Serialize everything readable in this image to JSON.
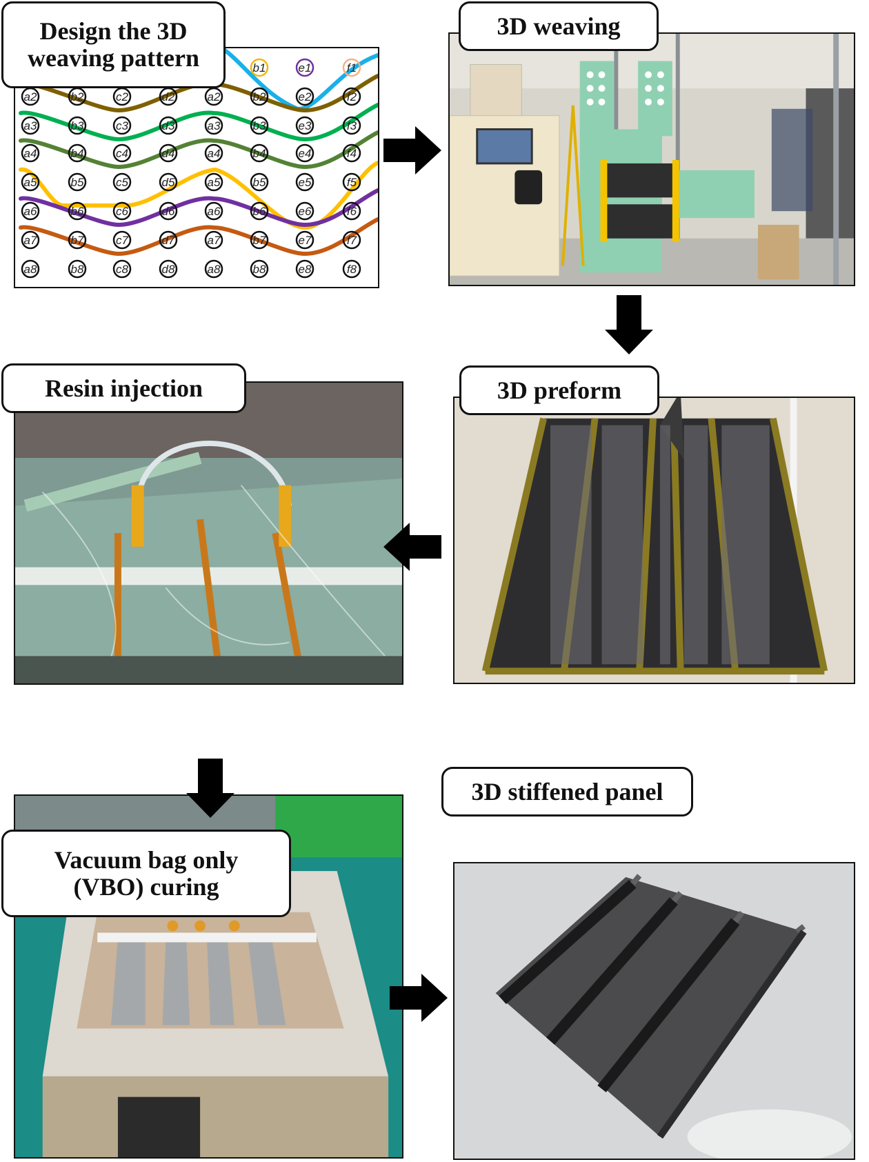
{
  "steps": [
    {
      "id": "design",
      "label_line1": "Design the 3D",
      "label_line2": "weaving pattern"
    },
    {
      "id": "weaving",
      "label": "3D weaving"
    },
    {
      "id": "preform",
      "label": "3D preform"
    },
    {
      "id": "resin",
      "label": "Resin injection"
    },
    {
      "id": "vbo",
      "label_line1": "Vacuum bag only",
      "label_line2": "(VBO) curing"
    },
    {
      "id": "panel",
      "label": "3D stiffened panel"
    }
  ],
  "flow": [
    {
      "from": "design",
      "to": "weaving",
      "direction": "right"
    },
    {
      "from": "weaving",
      "to": "preform",
      "direction": "down"
    },
    {
      "from": "preform",
      "to": "resin",
      "direction": "left"
    },
    {
      "from": "resin",
      "to": "vbo",
      "direction": "down"
    },
    {
      "from": "vbo",
      "to": "panel",
      "direction": "right"
    }
  ],
  "weaving_pattern": {
    "columns": [
      "a",
      "b",
      "c",
      "d",
      "a",
      "b",
      "e",
      "f"
    ],
    "rows": [
      1,
      2,
      3,
      4,
      5,
      6,
      7,
      8
    ],
    "row1_visible": [
      {
        "text": "b1",
        "ring_color": "#f2b705"
      },
      {
        "text": "e1",
        "ring_color": "#7030a0"
      },
      {
        "text": "f1",
        "ring_color": "#f4b183"
      }
    ],
    "yarn_colors": [
      "#1ab0e8",
      "#7f6000",
      "#00b050",
      "#548235",
      "#ffc000",
      "#7030a0",
      "#c55a11"
    ]
  },
  "photos": {
    "weaving": "weaving-machine-photo",
    "preform": "carbon-preform-photo",
    "resin": "resin-injection-photo",
    "vbo": "vbo-curing-photo",
    "panel": "stiffened-panel-photo"
  }
}
